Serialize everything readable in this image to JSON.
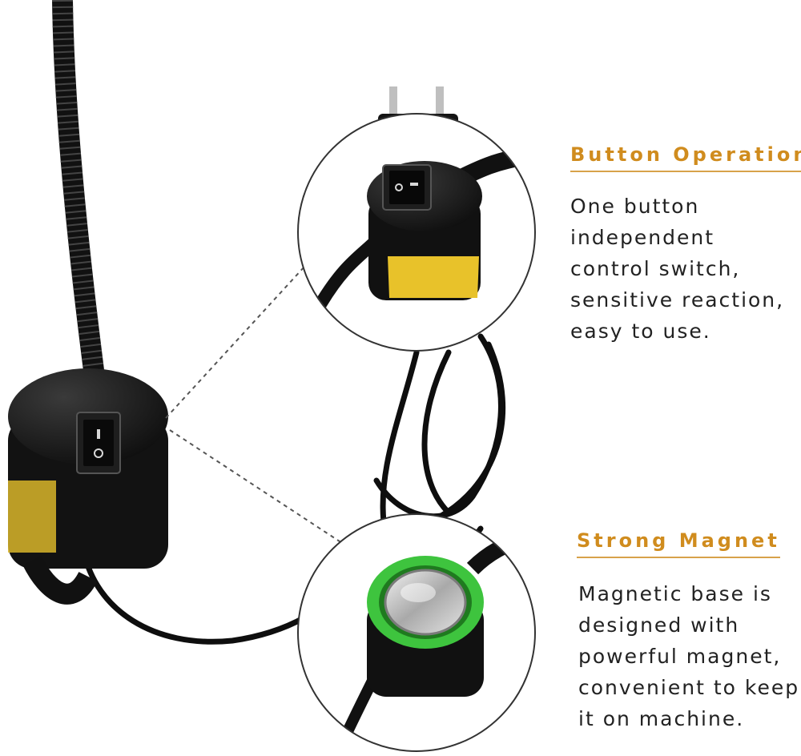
{
  "features": [
    {
      "title": "Button Operation",
      "description": "One button\nindependent\ncontrol switch,\nsensitive reaction,\neasy to use."
    },
    {
      "title": "Strong Magnet",
      "description": "Magnetic base is\ndesigned with\npowerful magnet,\nconvenient to keep\nit on machine."
    }
  ],
  "colors": {
    "accent": "#d08c1e",
    "text": "#222222",
    "magnet_ring": "#3ec43e",
    "label": "#e8c22a"
  }
}
